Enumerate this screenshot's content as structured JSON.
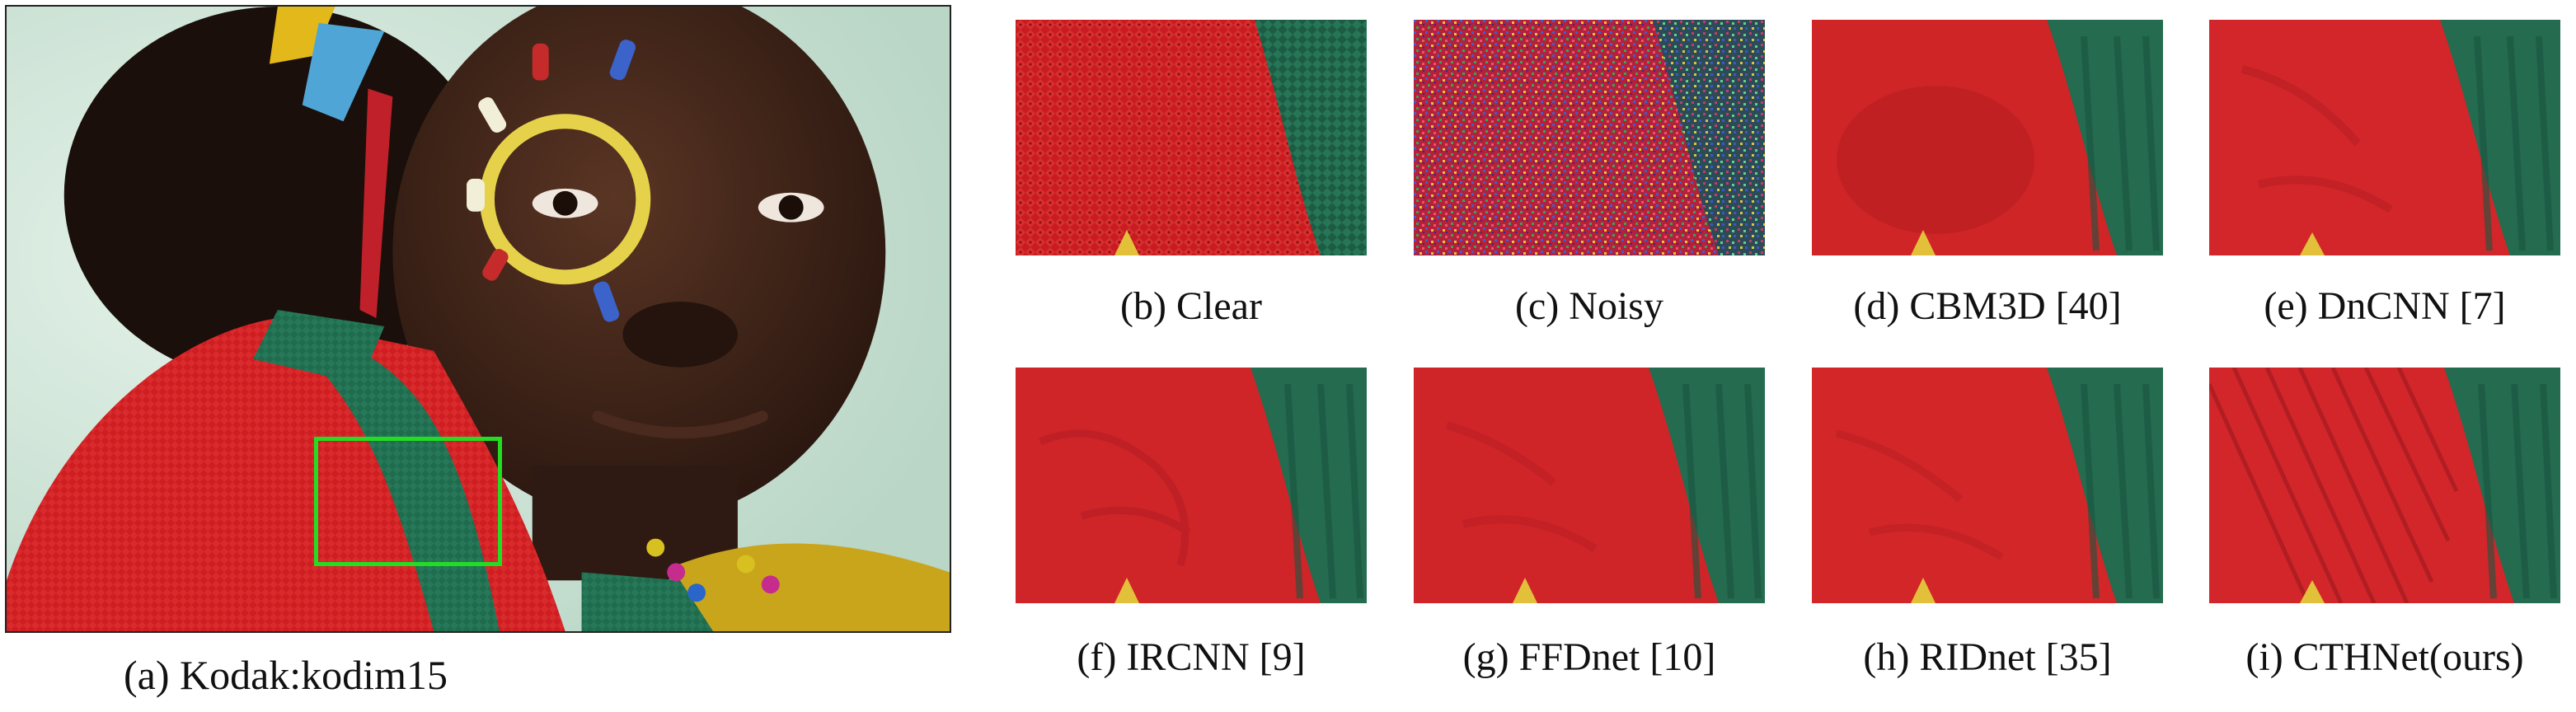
{
  "figure": {
    "main": {
      "caption": "(a) Kodak:kodim15",
      "roi_color": "#22dd22"
    },
    "patches": [
      {
        "id": "b",
        "caption": "(b) Clear",
        "style": "clear"
      },
      {
        "id": "c",
        "caption": "(c) Noisy",
        "style": "noisy"
      },
      {
        "id": "d",
        "caption": "(d) CBM3D [40]",
        "style": "smooth"
      },
      {
        "id": "e",
        "caption": "(e) DnCNN [7]",
        "style": "smooth"
      },
      {
        "id": "f",
        "caption": "(f) IRCNN [9]",
        "style": "smooth"
      },
      {
        "id": "g",
        "caption": "(g) FFDnet [10]",
        "style": "smooth"
      },
      {
        "id": "h",
        "caption": "(h) RIDnet [35]",
        "style": "smooth"
      },
      {
        "id": "i",
        "caption": "(i) CTHNet(ours)",
        "style": "sharp"
      }
    ],
    "colors": {
      "sweater_red": "#d11e22",
      "sweater_green": "#1f6b4e",
      "background_mint": "#cfe6d8",
      "skin": "#3a2218",
      "paint_yellow": "#e6d24a"
    }
  }
}
